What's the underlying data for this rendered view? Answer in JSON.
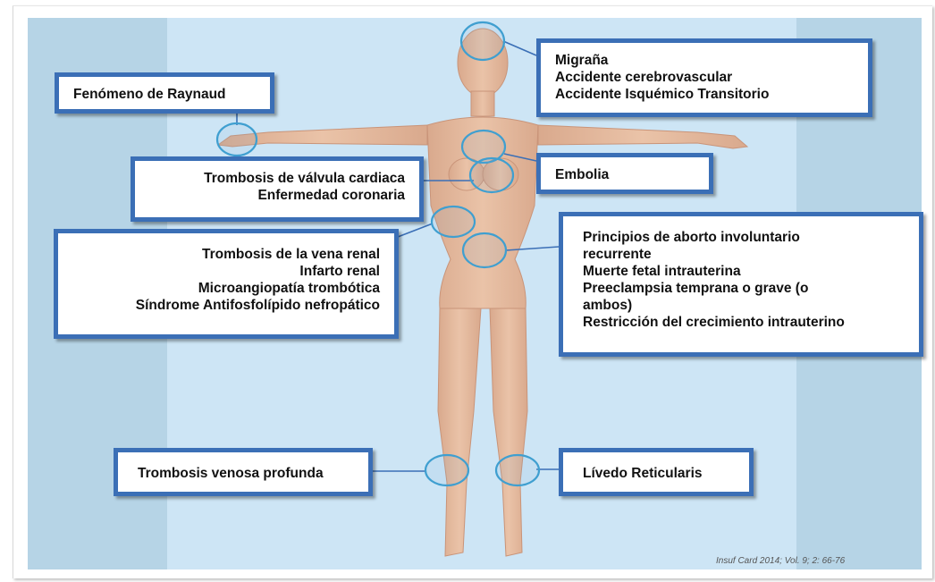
{
  "callouts": {
    "raynaud": {
      "lines": [
        "Fenómeno de Raynaud"
      ]
    },
    "head": {
      "lines": [
        "Migraña",
        "Accidente cerebrovascular",
        "Accidente Isquémico Transitorio"
      ]
    },
    "heart": {
      "lines": [
        "Trombosis de válvula cardiaca",
        "Enfermedad coronaria"
      ]
    },
    "embolia": {
      "lines": [
        "Embolia"
      ]
    },
    "renal": {
      "lines": [
        "Trombosis de la vena renal",
        "Infarto renal",
        "Microangiopatía trombótica",
        "Síndrome Antifosfolípido nefropático"
      ]
    },
    "obstetric": {
      "lines": [
        "Principios de aborto involuntario",
        "recurrente",
        "Muerte fetal intrauterina",
        "Preeclampsia temprana o grave (o",
        "ambos)",
        "Restricción del crecimiento intrauterino"
      ]
    },
    "dvt": {
      "lines": [
        "Trombosis venosa profunda"
      ]
    },
    "livedo": {
      "lines": [
        "Lívedo Reticularis"
      ]
    }
  },
  "citation": "Insuf Card 2014; Vol. 9; 2: 66-76",
  "colors": {
    "callout_border": "#3b6fb6",
    "marker_ring": "#3f9fd0",
    "background_light": "#cde5f5",
    "background_band": "#b6d4e6",
    "skin": "#e4b79b"
  }
}
